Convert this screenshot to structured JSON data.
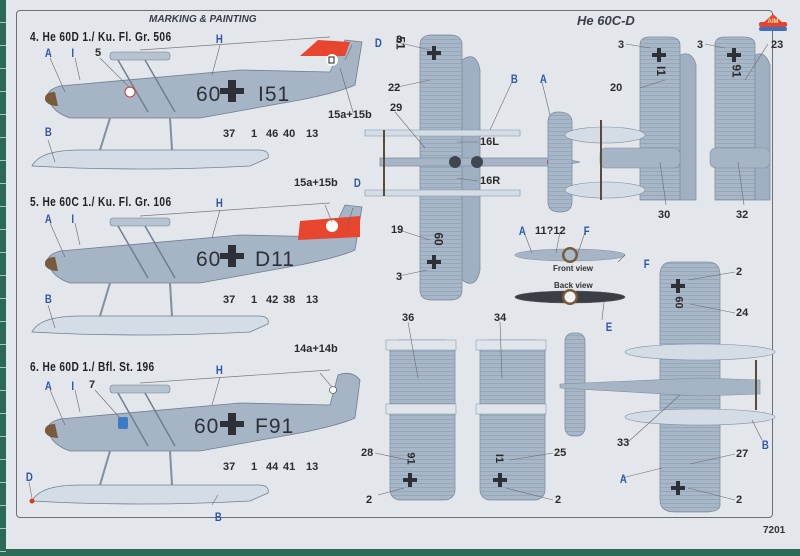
{
  "sheet": {
    "header": {
      "section_title": "MARKING & PAINTING",
      "model_title": "He 60C-D",
      "brand_logo": "AIM",
      "sheet_number": "7201"
    },
    "colors": {
      "aircraft_grey": "#a5b5c6",
      "aircraft_grey_dark": "#8d9db0",
      "float_light": "#d4dde6",
      "tail_band_red": "#e8452f",
      "callout_letter_blue": "#2f55a8",
      "marking_black": "#2d3036",
      "propeller_brown": "#7a5a3c",
      "cutting_mat_green": "#2c6a58",
      "paper": "#e3e6eb"
    },
    "profiles": [
      {
        "title": "4. He 60D 1./ Ku. Fl. Gr. 506",
        "registration_left": "60",
        "registration_right": "I51",
        "tail_band": true,
        "callouts_top": [
          "A",
          "I",
          "5",
          "H",
          "D"
        ],
        "tail_callout": "15a+15b",
        "callouts_bottom": [
          "37",
          "1",
          "46",
          "40",
          "13"
        ],
        "float_callout": "B"
      },
      {
        "title": "5. He 60C 1./ Ku. Fl. Gr. 106",
        "registration_left": "60",
        "registration_right": "D11",
        "tail_band": true,
        "callouts_top": [
          "A",
          "I",
          "H",
          "D"
        ],
        "tail_callout": "15a+15b",
        "callouts_bottom": [
          "37",
          "1",
          "42",
          "38",
          "13"
        ],
        "float_callout": "B"
      },
      {
        "title": "6. He 60D 1./ Bfl. St. 196",
        "registration_left": "60",
        "registration_right": "F91",
        "tail_band": false,
        "callouts_top": [
          "A",
          "I",
          "7",
          "H"
        ],
        "tail_callout": "14a+14b",
        "callouts_bottom": [
          "37",
          "1",
          "44",
          "41",
          "13"
        ],
        "float_callouts": [
          "D",
          "B"
        ]
      }
    ],
    "top_view": {
      "wing_codes": [
        "51",
        "60"
      ],
      "callouts": [
        "3",
        "22",
        "29",
        "B",
        "A",
        "16L",
        "16R",
        "19",
        "3"
      ]
    },
    "front_wings": [
      {
        "code": "I1",
        "callouts": [
          "3",
          "20",
          "30"
        ]
      },
      {
        "code": "91",
        "callouts": [
          "3",
          "23",
          "32"
        ]
      }
    ],
    "propeller": {
      "callouts_front": [
        "A",
        "11?12",
        "F",
        "F"
      ],
      "front_caption": "Front view",
      "back_caption": "Back view",
      "callouts_back": [
        "E"
      ]
    },
    "bottom_views": [
      {
        "code": "91",
        "callouts": [
          "36",
          "28",
          "2"
        ]
      },
      {
        "code": "I1",
        "callouts": [
          "34",
          "25",
          "2"
        ]
      },
      {
        "code": "60",
        "callouts": [
          "2",
          "24",
          "33",
          "A",
          "27",
          "2",
          "B"
        ]
      }
    ]
  }
}
